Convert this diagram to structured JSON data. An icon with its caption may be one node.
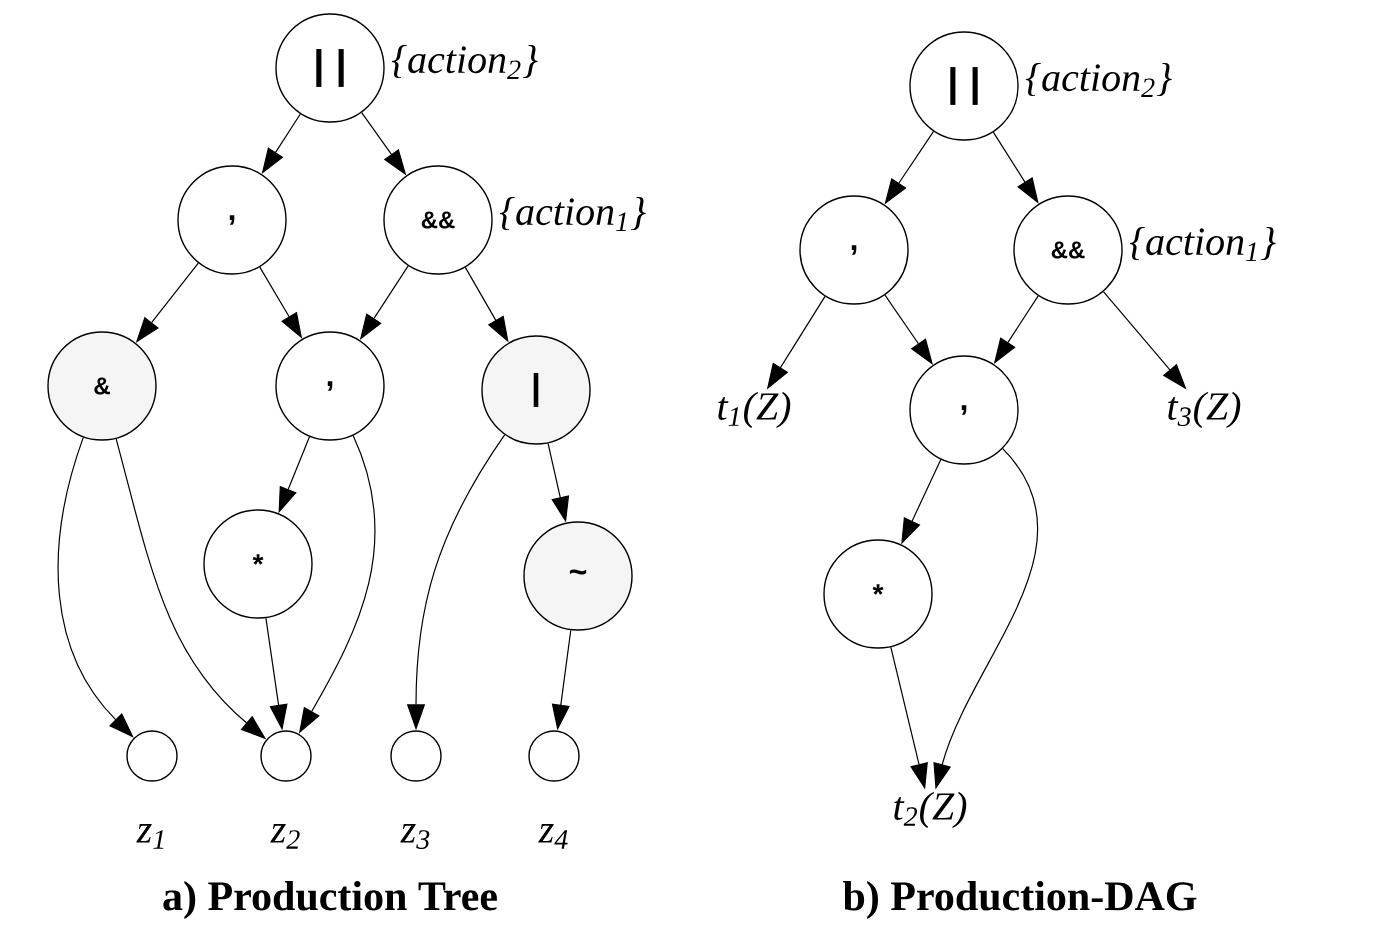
{
  "diagram": {
    "nodes": [
      {
        "text": [
          "| |"
        ],
        "beside": [
          "{action$_{2}$}"
        ]
      },
      {
        "text": [
          ","
        ]
      },
      {
        "text": [
          "&&"
        ],
        "beside": [
          "{action$_{1}$}"
        ]
      },
      {
        "text": [
          "&"
        ]
      },
      {
        "text": [
          ","
        ]
      },
      {
        "text": [
          "|"
        ]
      },
      {
        "text": [
          "*"
        ]
      },
      {
        "text": [
          "~"
        ]
      },
      {
        "text": [],
        "shape": "circle",
        "beside": [
          "z$_{1}$"
        ]
      },
      {
        "text": [],
        "shape": "circle",
        "beside": [
          "z$_{2}$"
        ]
      },
      {
        "text": [],
        "shape": "circle",
        "beside": [
          "z$_{3}$"
        ]
      },
      {
        "text": [],
        "shape": "circle",
        "beside": [
          "z$_{4}$"
        ]
      },
      {
        "text": [
          "| |"
        ],
        "beside": [
          "{action$_{2}$}"
        ]
      },
      {
        "text": [
          ","
        ]
      },
      {
        "text": [
          "&&"
        ],
        "beside": [
          "{action$_{1}$}"
        ]
      },
      {
        "text": [
          "t$_{1}$(Z)"
        ]
      },
      {
        "text": [
          ","
        ]
      },
      {
        "text": [
          "t$_{3}$(Z)"
        ]
      },
      {
        "text": [
          "*"
        ]
      },
      {
        "text": [
          "t$_{2}$(Z)"
        ]
      }
    ],
    "edges": [
      {
        "from": 0,
        "to": 1,
        "arrow": "to"
      },
      {
        "from": 0,
        "to": 2,
        "arrow": "to"
      },
      {
        "from": 1,
        "to": 3,
        "arrow": "to"
      },
      {
        "from": 1,
        "to": 4,
        "arrow": "to"
      },
      {
        "from": 2,
        "to": 4,
        "arrow": "to"
      },
      {
        "from": 2,
        "to": 5,
        "arrow": "to"
      },
      {
        "from": 3,
        "to": 8,
        "arrow": "to"
      },
      {
        "from": 3,
        "to": 9,
        "arrow": "to"
      },
      {
        "from": 4,
        "to": 6,
        "arrow": "to"
      },
      {
        "from": 4,
        "to": 9,
        "arrow": "to"
      },
      {
        "from": 6,
        "to": 9,
        "arrow": "to"
      },
      {
        "from": 5,
        "to": 10,
        "arrow": "to"
      },
      {
        "from": 5,
        "to": 7,
        "arrow": "to"
      },
      {
        "from": 7,
        "to": 11,
        "arrow": "to"
      },
      {
        "from": 12,
        "to": 13,
        "arrow": "to"
      },
      {
        "from": 12,
        "to": 14,
        "arrow": "to"
      },
      {
        "from": 13,
        "to": 15,
        "arrow": "to"
      },
      {
        "from": 13,
        "to": 16,
        "arrow": "to"
      },
      {
        "from": 14,
        "to": 16,
        "arrow": "to"
      },
      {
        "from": 14,
        "to": 17,
        "arrow": "to"
      },
      {
        "from": 16,
        "to": 18,
        "arrow": "to"
      },
      {
        "from": 16,
        "to": 19,
        "arrow": "to"
      },
      {
        "from": 18,
        "to": 19,
        "arrow": "to"
      }
    ],
    "labels": [
      "a) Production Tree",
      "b) Production-DAG"
    ]
  }
}
